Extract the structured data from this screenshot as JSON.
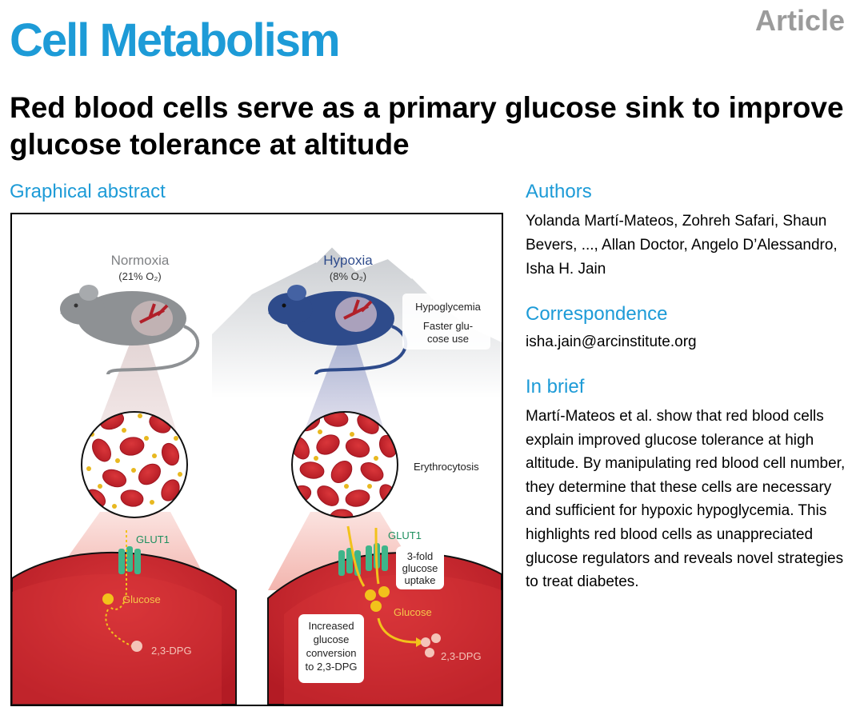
{
  "header": {
    "journal": "Cell Metabolism",
    "article_type": "Article",
    "title": "Red blood cells serve as a primary glucose sink to improve glucose tolerance at altitude"
  },
  "graphical_abstract": {
    "heading": "Graphical abstract",
    "left": {
      "condition": "Normoxia",
      "oxygen": "(21% O₂)",
      "transporter": "GLUT1",
      "glucose": "Glucose",
      "product": "2,3-DPG"
    },
    "right": {
      "condition": "Hypoxia",
      "oxygen": "(8% O₂)",
      "effects": [
        "Hypoglycemia",
        "Faster glu-",
        "cose use"
      ],
      "erythro": "Erythrocytosis",
      "transporter": "GLUT1",
      "uptake": [
        "3-fold",
        "glucose",
        "uptake"
      ],
      "glucose": "Glucose",
      "product": "2,3-DPG",
      "conversion": [
        "Increased",
        "glucose",
        "conversion",
        "to 2,3-DPG"
      ]
    },
    "colors": {
      "normoxia_mouse": "#8e9194",
      "hypoxia_mouse": "#2e4b8b",
      "rbc": "#c8202e",
      "glucose": "#f2c21b",
      "glut1": "#3fb58a"
    }
  },
  "authors": {
    "heading": "Authors",
    "text": "Yolanda Martí-Mateos, Zohreh Safari, Shaun Bevers, ..., Allan Doctor, Angelo D’Alessandro, Isha H. Jain"
  },
  "correspondence": {
    "heading": "Correspondence",
    "email": "isha.jain@arcinstitute.org"
  },
  "in_brief": {
    "heading": "In brief",
    "text": "Martí-Mateos et al. show that red blood cells explain improved glucose tolerance at high altitude. By manipulating red blood cell number, they determine that these cells are necessary and sufficient for hypoxic hypoglycemia. This highlights red blood cells as unappreciated glucose regulators and reveals novel strategies to treat diabetes."
  }
}
